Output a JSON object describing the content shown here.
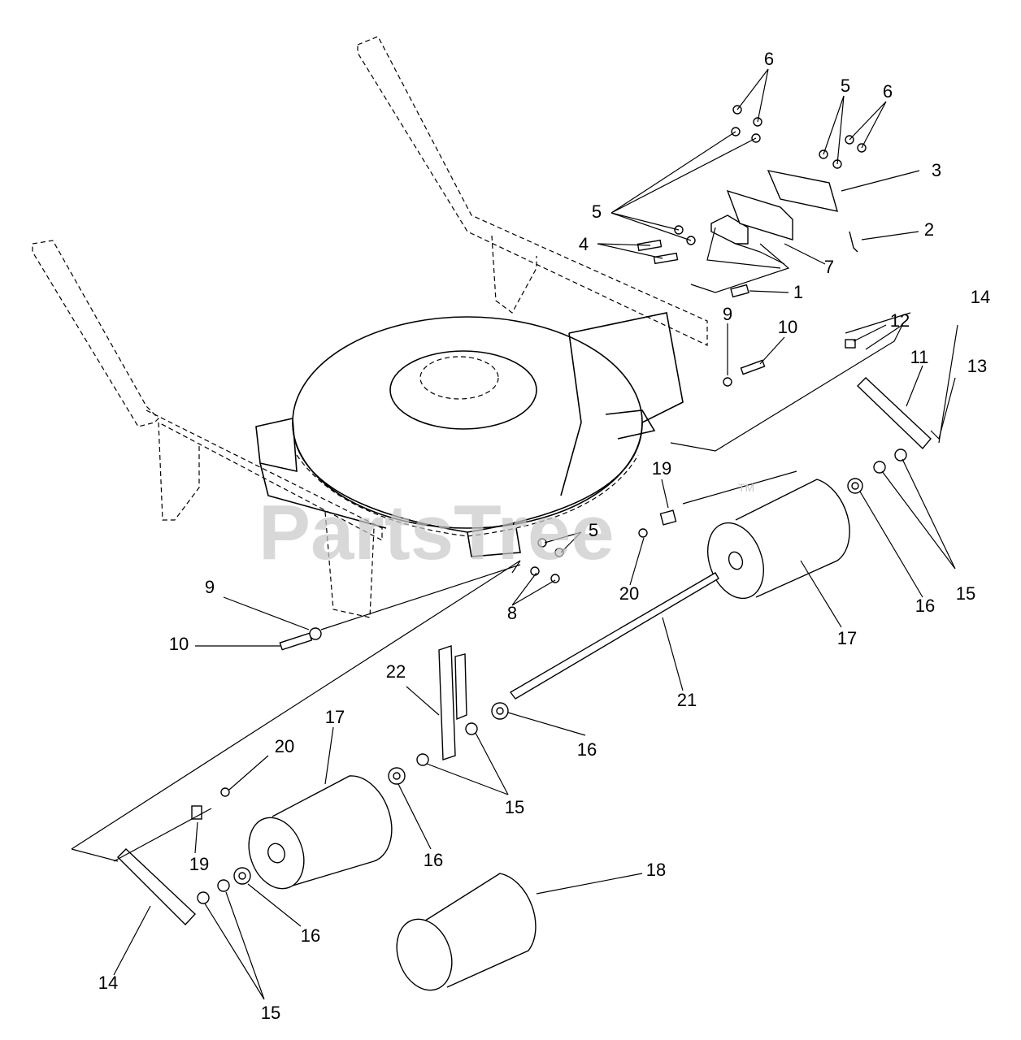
{
  "watermark": {
    "text": "PartsTree",
    "trademark": "TM"
  },
  "callouts": [
    {
      "id": "c-6a",
      "label": "6"
    },
    {
      "id": "c-5a",
      "label": "5"
    },
    {
      "id": "c-6b",
      "label": "6"
    },
    {
      "id": "c-3",
      "label": "3"
    },
    {
      "id": "c-5b",
      "label": "5"
    },
    {
      "id": "c-2",
      "label": "2"
    },
    {
      "id": "c-4",
      "label": "4"
    },
    {
      "id": "c-7",
      "label": "7"
    },
    {
      "id": "c-1",
      "label": "1"
    },
    {
      "id": "c-14a",
      "label": "14"
    },
    {
      "id": "c-9a",
      "label": "9"
    },
    {
      "id": "c-10a",
      "label": "10"
    },
    {
      "id": "c-12",
      "label": "12"
    },
    {
      "id": "c-11",
      "label": "11"
    },
    {
      "id": "c-13",
      "label": "13"
    },
    {
      "id": "c-19a",
      "label": "19"
    },
    {
      "id": "c-5c",
      "label": "5"
    },
    {
      "id": "c-8",
      "label": "8"
    },
    {
      "id": "c-20a",
      "label": "20"
    },
    {
      "id": "c-16a",
      "label": "16"
    },
    {
      "id": "c-15a",
      "label": "15"
    },
    {
      "id": "c-17a",
      "label": "17"
    },
    {
      "id": "c-9b",
      "label": "9"
    },
    {
      "id": "c-10b",
      "label": "10"
    },
    {
      "id": "c-22",
      "label": "22"
    },
    {
      "id": "c-21",
      "label": "21"
    },
    {
      "id": "c-17b",
      "label": "17"
    },
    {
      "id": "c-20b",
      "label": "20"
    },
    {
      "id": "c-16b",
      "label": "16"
    },
    {
      "id": "c-15b",
      "label": "15"
    },
    {
      "id": "c-16c",
      "label": "16"
    },
    {
      "id": "c-19b",
      "label": "19"
    },
    {
      "id": "c-18",
      "label": "18"
    },
    {
      "id": "c-16d",
      "label": "16"
    },
    {
      "id": "c-14b",
      "label": "14"
    },
    {
      "id": "c-15c",
      "label": "15"
    }
  ]
}
